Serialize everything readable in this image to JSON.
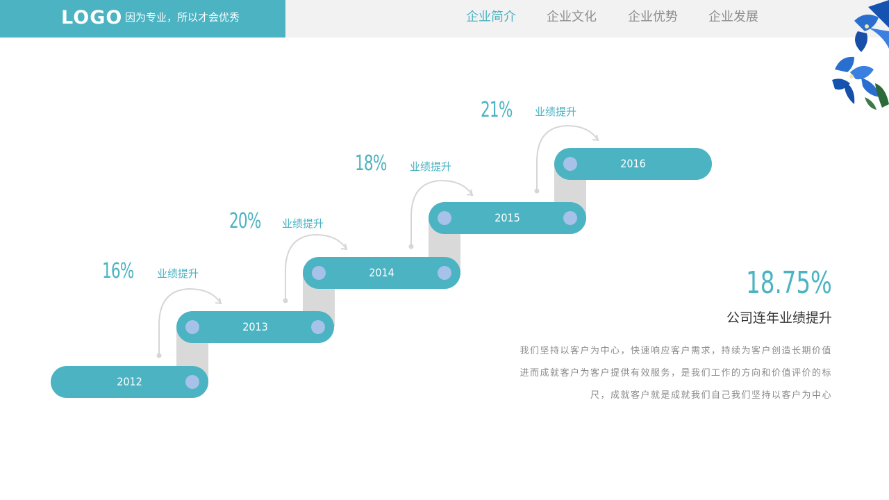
{
  "header": {
    "logo": "LOGO",
    "tagline": "因为专业，所以才会优秀",
    "nav": [
      "企业简介",
      "企业文化",
      "企业优势",
      "企业发展"
    ],
    "active_index": 0
  },
  "steps": [
    {
      "year": "2012"
    },
    {
      "year": "2013",
      "percent": "16%",
      "label": "业绩提升"
    },
    {
      "year": "2014",
      "percent": "20%",
      "label": "业绩提升"
    },
    {
      "year": "2015",
      "percent": "18%",
      "label": "业绩提升"
    },
    {
      "year": "2016",
      "percent": "21%",
      "label": "业绩提升"
    }
  ],
  "summary": {
    "percent": "18.75%",
    "title": "公司连年业绩提升",
    "description_lines": [
      "我们坚持以客户为中心，快速响应客户需求，持续为客户创造长期价值",
      "进而成就客户为客户提供有效服务，是我们工作的方向和价值评价的标",
      "尺，成就客户就是成就我们自己我们坚持以客户为中心"
    ]
  },
  "colors": {
    "accent": "#4bb3c2",
    "dot": "#a6c2e8",
    "connector": "#d9d9d9",
    "header_bg": "#f2f2f2"
  },
  "icons": [
    "blue-flower-decoration",
    "curved-arrow-icon"
  ]
}
